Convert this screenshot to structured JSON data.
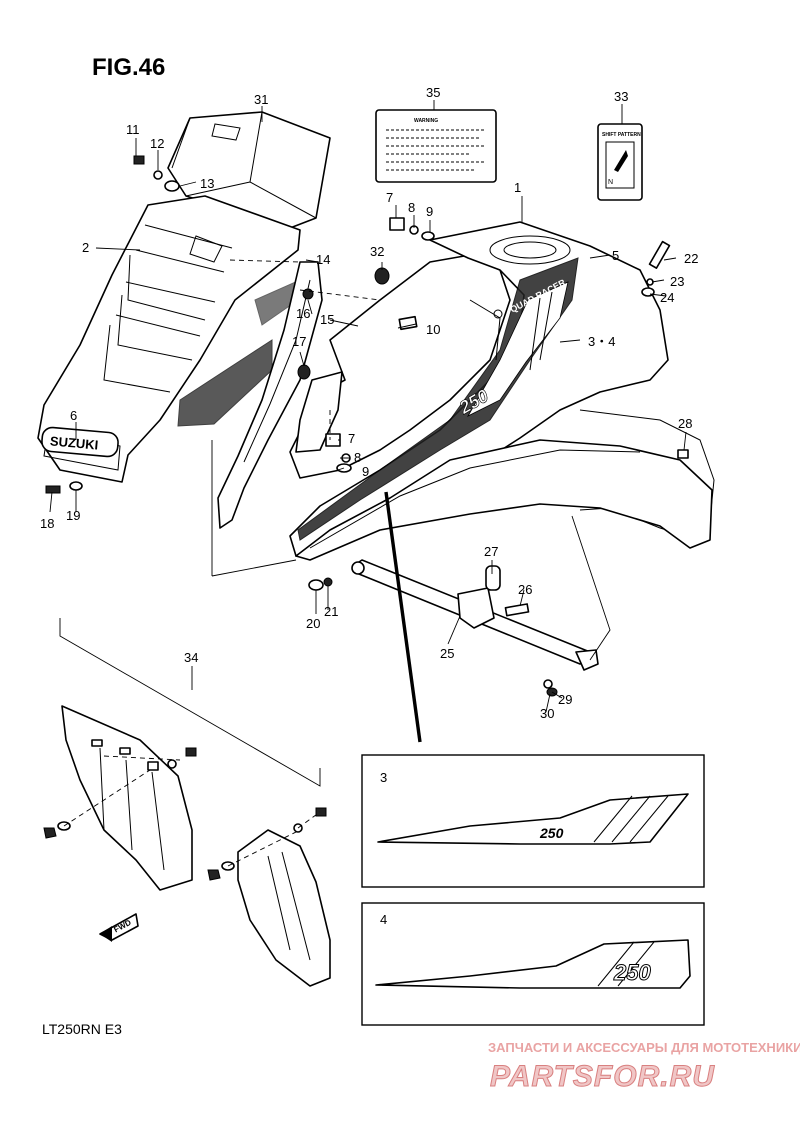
{
  "figure_title": "FIG.46",
  "model_code": "LT250RN  E3",
  "fwd_arrow_label": "FWD",
  "decal_text": "250",
  "emblem_text": "SUZUKI",
  "tank_lettering": "QUAD RACER",
  "warning_label_heading": "WARNING",
  "shift_label_heading": "SHIFT PATTERN",
  "shift_label_neutral": "N",
  "detail_box_3_number": "3",
  "detail_box_4_number": "4",
  "watermark": {
    "top_text": "ЗАПЧАСТИ И АКСЕССУАРЫ ДЛЯ МОТОТЕХНИКИ",
    "logo_text": "PARTSFOR.RU"
  },
  "callouts": {
    "p1": "1",
    "p2": "2",
    "p3_4": "3・4",
    "p5": "5",
    "p6": "6",
    "p7a": "7",
    "p7b": "7",
    "p8a": "8",
    "p8b": "8",
    "p9a": "9",
    "p9b": "9",
    "p10": "10",
    "p11": "11",
    "p12": "12",
    "p13": "13",
    "p14": "14",
    "p15": "15",
    "p16": "16",
    "p17": "17",
    "p18": "18",
    "p19": "19",
    "p20": "20",
    "p21": "21",
    "p22": "22",
    "p23": "23",
    "p24": "24",
    "p25": "25",
    "p26": "26",
    "p27": "27",
    "p28": "28",
    "p29": "29",
    "p30": "30",
    "p31": "31",
    "p32": "32",
    "p33": "33",
    "p34": "34",
    "p35": "35"
  }
}
